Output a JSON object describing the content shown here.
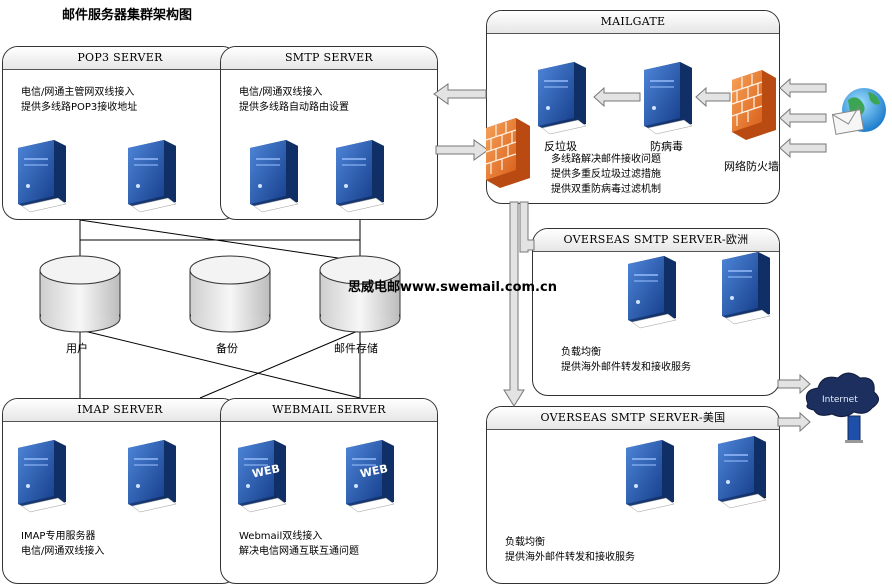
{
  "title": "邮件服务器集群架构图",
  "brand": "思威电邮www.swemail.com.cn",
  "boxes": {
    "pop3": {
      "title": "POP3 SERVER",
      "lines": [
        "电信/网通主管网双线接入",
        "提供多线路POP3接收地址"
      ]
    },
    "smtp": {
      "title": "SMTP SERVER",
      "lines": [
        "电信/网通双线接入",
        "提供多线路自动路由设置"
      ]
    },
    "mailgate": {
      "title": "MAILGATE",
      "lines": [
        "多线路解决邮件接收问题",
        "提供多重反垃圾过滤措施",
        "提供双重防病毒过滤机制"
      ]
    },
    "overseas_eu": {
      "title": "OVERSEAS SMTP SERVER-欧洲",
      "lines": [
        "负载均衡",
        "提供海外邮件转发和接收服务"
      ]
    },
    "overseas_us": {
      "title": "OVERSEAS SMTP SERVER-美国",
      "lines": [
        "负载均衡",
        "提供海外邮件转发和接收服务"
      ]
    },
    "imap": {
      "title": "IMAP SERVER",
      "lines": [
        "IMAP专用服务器",
        "电信/网通双线接入"
      ]
    },
    "webmail": {
      "title": "WEBMAIL SERVER",
      "lines": [
        "Webmail双线接入",
        "解决电信网通互联互通问题"
      ]
    }
  },
  "storage": {
    "users": "用户",
    "backup": "备份",
    "mail": "邮件存储"
  },
  "mailgate_labels": {
    "antispam": "反垃圾",
    "antivirus": "防病毒",
    "firewall": "网络防火墙"
  },
  "icons": {
    "web_label": "WEB",
    "internet_label": "Internet"
  },
  "colors": {
    "server_blue": "#1f4fa8",
    "firewall_orange": "#e8772a",
    "arrow_gray": "#dcdcdc"
  }
}
